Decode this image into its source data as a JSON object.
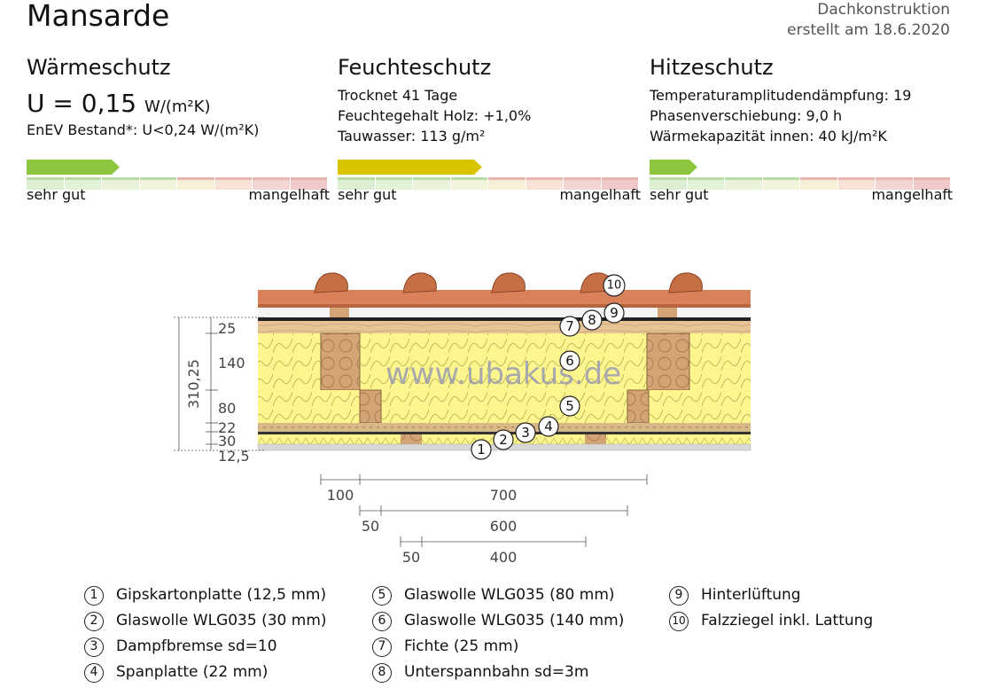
{
  "title": "Mansarde",
  "meta": {
    "type": "Dachkonstruktion",
    "date": "erstellt am 18.6.2020"
  },
  "panels": {
    "waerme": {
      "heading": "Wärmeschutz",
      "u_value": "U = 0,15",
      "u_unit": "W/(m²K)",
      "enev": "EnEV Bestand*: U<0,24 W/(m²K)",
      "rating": 0.31,
      "bar_color": "#8cc63e",
      "good": "sehr gut",
      "bad": "mangelhaft"
    },
    "feuchte": {
      "heading": "Feuchteschutz",
      "lines": [
        "Trocknet 41 Tage",
        "Feuchtegehalt Holz: +1,0%",
        "Tauwasser: 113 g/m²"
      ],
      "rating": 0.48,
      "bar_color": "#d9c400",
      "good": "sehr gut",
      "bad": "mangelhaft"
    },
    "hitze": {
      "heading": "Hitzeschutz",
      "lines": [
        "Temperaturamplitudendämpfung: 19",
        "Phasenverschiebung: 9,0 h",
        "Wärmekapazität innen: 40 kJ/m²K"
      ],
      "rating": 0.16,
      "bar_color": "#8cc63e",
      "good": "sehr gut",
      "bad": "mangelhaft"
    }
  },
  "diagram": {
    "watermark": "www.ubakus.de",
    "total": "310,25",
    "layer_dims": [
      "25",
      "140",
      "80",
      "22",
      "30",
      "12,5"
    ],
    "bottom_dims": [
      {
        "a": "100",
        "b": "700"
      },
      {
        "a": "50",
        "b": "600"
      },
      {
        "a": "50",
        "b": "400"
      }
    ],
    "callouts": [
      "1",
      "2",
      "3",
      "4",
      "5",
      "6",
      "7",
      "8",
      "9",
      "10"
    ]
  },
  "legend": [
    {
      "num": "1",
      "text": "Gipskartonplatte (12,5 mm)"
    },
    {
      "num": "2",
      "text": "Glaswolle WLG035 (30 mm)"
    },
    {
      "num": "3",
      "text": "Dampfbremse sd=10"
    },
    {
      "num": "4",
      "text": "Spanplatte (22 mm)"
    },
    {
      "num": "5",
      "text": "Glaswolle WLG035 (80 mm)"
    },
    {
      "num": "6",
      "text": "Glaswolle WLG035 (140 mm)"
    },
    {
      "num": "7",
      "text": "Fichte (25 mm)"
    },
    {
      "num": "8",
      "text": "Unterspannbahn sd=3m"
    },
    {
      "num": "9",
      "text": "Hinterlüftung"
    },
    {
      "num": "10",
      "text": "Falzziegel inkl. Lattung"
    }
  ]
}
